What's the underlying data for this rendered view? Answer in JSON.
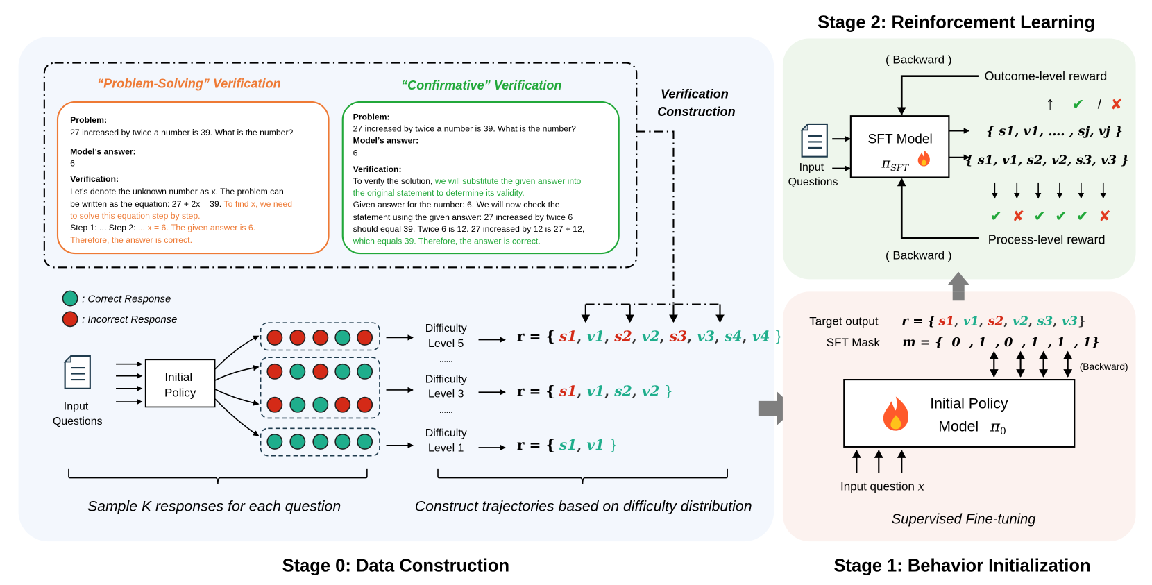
{
  "colors": {
    "red": "#d42a17",
    "teal": "#1fae8c",
    "orange": "#ee7a35",
    "green": "#22a83a",
    "stage0_bg": "#f3f7fd",
    "stage2_bg": "#eef6ec",
    "stage1_bg": "#fcf2ef",
    "arrow_gray": "#7f7f7f"
  },
  "stage0": {
    "title": "Stage 0:  Data Construction",
    "verification_construction": [
      "Verification",
      "Construction"
    ],
    "problem_solving": {
      "title": "“Problem-Solving” Verification",
      "lines": [
        [
          {
            "t": "Problem:",
            "b": true
          }
        ],
        [
          {
            "t": "27 increased by twice a number is 39. What is the number?"
          }
        ],
        [
          {
            "t": "Model’s answer:",
            "b": true
          }
        ],
        [
          {
            "t": "6"
          }
        ],
        [
          {
            "t": "Verification:",
            "b": true
          }
        ],
        [
          {
            "t": "Let's denote the unknown number as x. The problem can"
          }
        ],
        [
          {
            "t": "be written as the equation: 27 + 2x = 39. "
          },
          {
            "t": "To find x, we need",
            "h": true
          }
        ],
        [
          {
            "t": "to solve this equation step by step.",
            "h": true
          }
        ],
        [
          {
            "t": "Step 1: ... Step 2: "
          },
          {
            "t": "... x = 6. The given answer is 6.",
            "h": true
          }
        ],
        [
          {
            "t": "Therefore, the answer is correct.",
            "h": true
          }
        ]
      ]
    },
    "confirmative": {
      "title": "“Confirmative” Verification",
      "lines": [
        [
          {
            "t": "Problem:",
            "b": true
          }
        ],
        [
          {
            "t": "27 increased by twice a number is 39. What is the number?"
          }
        ],
        [
          {
            "t": "Model’s answer:",
            "b": true
          }
        ],
        [
          {
            "t": "6"
          }
        ],
        [
          {
            "t": "Verification:",
            "b": true
          }
        ],
        [
          {
            "t": "To verify the solution, "
          },
          {
            "t": "we will substitute the given answer into",
            "h": true
          }
        ],
        [
          {
            "t": "the original statement to determine its validity.",
            "h": true
          }
        ],
        [
          {
            "t": "Given answer for the number: 6. We will now check the"
          }
        ],
        [
          {
            "t": "statement using the given answer: 27 increased by twice 6"
          }
        ],
        [
          {
            "t": "should equal 39. Twice 6 is 12. 27 increased by 12 is 27 + 12,"
          }
        ],
        [
          {
            "t": "which equals 39. Therefore, the answer is correct.",
            "h": true
          }
        ]
      ]
    },
    "legend": {
      "correct": ":  Correct Response",
      "incorrect": ":  Incorrect Response"
    },
    "input_questions": [
      "Input",
      "Questions"
    ],
    "initial_policy": [
      "Initial",
      "Policy"
    ],
    "response_groups": [
      [
        [
          "R",
          "R",
          "R",
          "T",
          "R"
        ]
      ],
      [
        [
          "R",
          "T",
          "R",
          "T",
          "T"
        ],
        [
          "R",
          "T",
          "T",
          "R",
          "R"
        ]
      ],
      [
        [
          "T",
          "T",
          "T",
          "T",
          "T"
        ]
      ]
    ],
    "difficulty_levels": [
      {
        "label": [
          "Difficulty",
          "Level 5"
        ],
        "ellipsis": "......",
        "trajectory": [
          {
            "t": "s1",
            "c": "red"
          },
          {
            "t": "v1",
            "c": "teal"
          },
          {
            "t": "s2",
            "c": "red"
          },
          {
            "t": "v2",
            "c": "teal"
          },
          {
            "t": "s3",
            "c": "red"
          },
          {
            "t": "v3",
            "c": "teal"
          },
          {
            "t": "s4",
            "c": "teal"
          },
          {
            "t": "v4",
            "c": "teal"
          }
        ]
      },
      {
        "label": [
          "Difficulty",
          "Level 3"
        ],
        "ellipsis": "......",
        "trajectory": [
          {
            "t": "s1",
            "c": "red"
          },
          {
            "t": "v1",
            "c": "teal"
          },
          {
            "t": "s2",
            "c": "teal"
          },
          {
            "t": "v2",
            "c": "teal"
          }
        ]
      },
      {
        "label": [
          "Difficulty",
          "Level 1"
        ],
        "ellipsis": "",
        "trajectory": [
          {
            "t": "s1",
            "c": "teal"
          },
          {
            "t": "v1",
            "c": "teal"
          }
        ]
      }
    ],
    "r_prefix": "r = {",
    "caption_sample": "Sample  K  responses for each question",
    "caption_construct": "Construct trajectories based on difficulty distribution"
  },
  "stage2": {
    "title": "Stage 2: Reinforcement Learning",
    "backward_top": "( Backward )",
    "backward_bottom": "( Backward )",
    "outcome_reward": "Outcome-level reward",
    "outcome_marks": [
      "✔",
      "/",
      "✘"
    ],
    "input_questions": [
      "Input",
      "Questions"
    ],
    "model_label": "SFT  Model",
    "model_symbol": "π",
    "model_sub": "SFT",
    "output_general": "{ s1, v1, …. , sj, vj }",
    "output_example": "{ s1, v1, s2, v2, s3, v3 }",
    "process_marks": [
      "✔",
      "✘",
      "✔",
      "✔",
      "✔",
      "✘"
    ],
    "process_reward": "Process-level reward"
  },
  "stage1": {
    "title": "Stage 1: Behavior Initialization",
    "target_label": "Target output",
    "target_prefix": "r = {",
    "target_tokens": [
      {
        "t": "s1",
        "c": "red"
      },
      {
        "t": "v1",
        "c": "teal"
      },
      {
        "t": "s2",
        "c": "red"
      },
      {
        "t": "v2",
        "c": "teal"
      },
      {
        "t": "s3",
        "c": "teal"
      },
      {
        "t": "v3",
        "c": "teal"
      }
    ],
    "mask_label": "SFT  Mask",
    "mask_text": "m = {  0  , 1  , 0  , 1  , 1  , 1}",
    "backward": "(Backward)",
    "model_lines": [
      "Initial Policy",
      "Model"
    ],
    "model_symbol": "π",
    "model_sub": "0",
    "input_question": "Input question",
    "input_var": "x",
    "caption": "Supervised Fine-tuning"
  }
}
